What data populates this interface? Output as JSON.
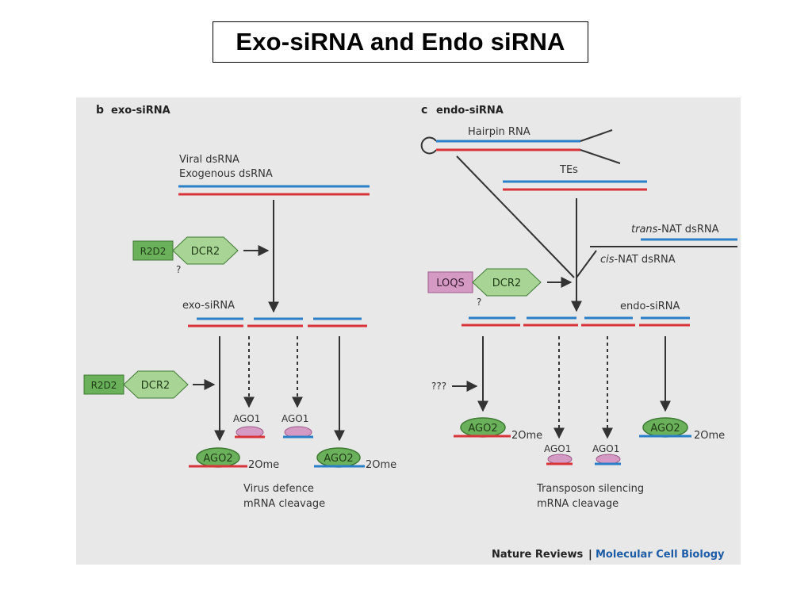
{
  "title": "Exo-siRNA and Endo siRNA",
  "panel_b": {
    "letter": "b",
    "heading": "exo-siRNA",
    "input_line1": "Viral dsRNA",
    "input_line2": "Exogenous dsRNA",
    "r2d2_top": "R2D2",
    "dcr2_top": "DCR2",
    "question_top": "?",
    "product_label": "exo-siRNA",
    "r2d2_bottom": "R2D2",
    "dcr2_bottom": "DCR2",
    "ago1_a": "AGO1",
    "ago1_b": "AGO1",
    "ago2_a": "AGO2",
    "ago2_b": "AGO2",
    "mod_a": "2Ome",
    "mod_b": "2Ome",
    "outcome_line1": "Virus defence",
    "outcome_line2": "mRNA cleavage"
  },
  "panel_c": {
    "letter": "c",
    "heading": "endo-siRNA",
    "hairpin": "Hairpin RNA",
    "tes": "TEs",
    "trans_italic": "trans",
    "trans_rest": "-NAT dsRNA",
    "cis_italic": "cis",
    "cis_rest": "-NAT dsRNA",
    "loqs": "LOQS",
    "dcr2": "DCR2",
    "question": "?",
    "product_label": "endo-siRNA",
    "unknown": "???",
    "ago2_a": "AGO2",
    "ago2_b": "AGO2",
    "mod_a": "2Ome",
    "mod_b": "2Ome",
    "ago1_a": "AGO1",
    "ago1_b": "AGO1",
    "outcome_line1": "Transposon silencing",
    "outcome_line2": "mRNA cleavage"
  },
  "credit": {
    "journal": "Nature Reviews",
    "separator": "|",
    "section": "Molecular Cell Biology"
  },
  "colors": {
    "blue_strand": "#2a7fc6",
    "red_strand": "#d8343a",
    "green_protein": "#6bb05a",
    "pink_protein": "#d59ac4",
    "credit_blue": "#1d5da8"
  }
}
